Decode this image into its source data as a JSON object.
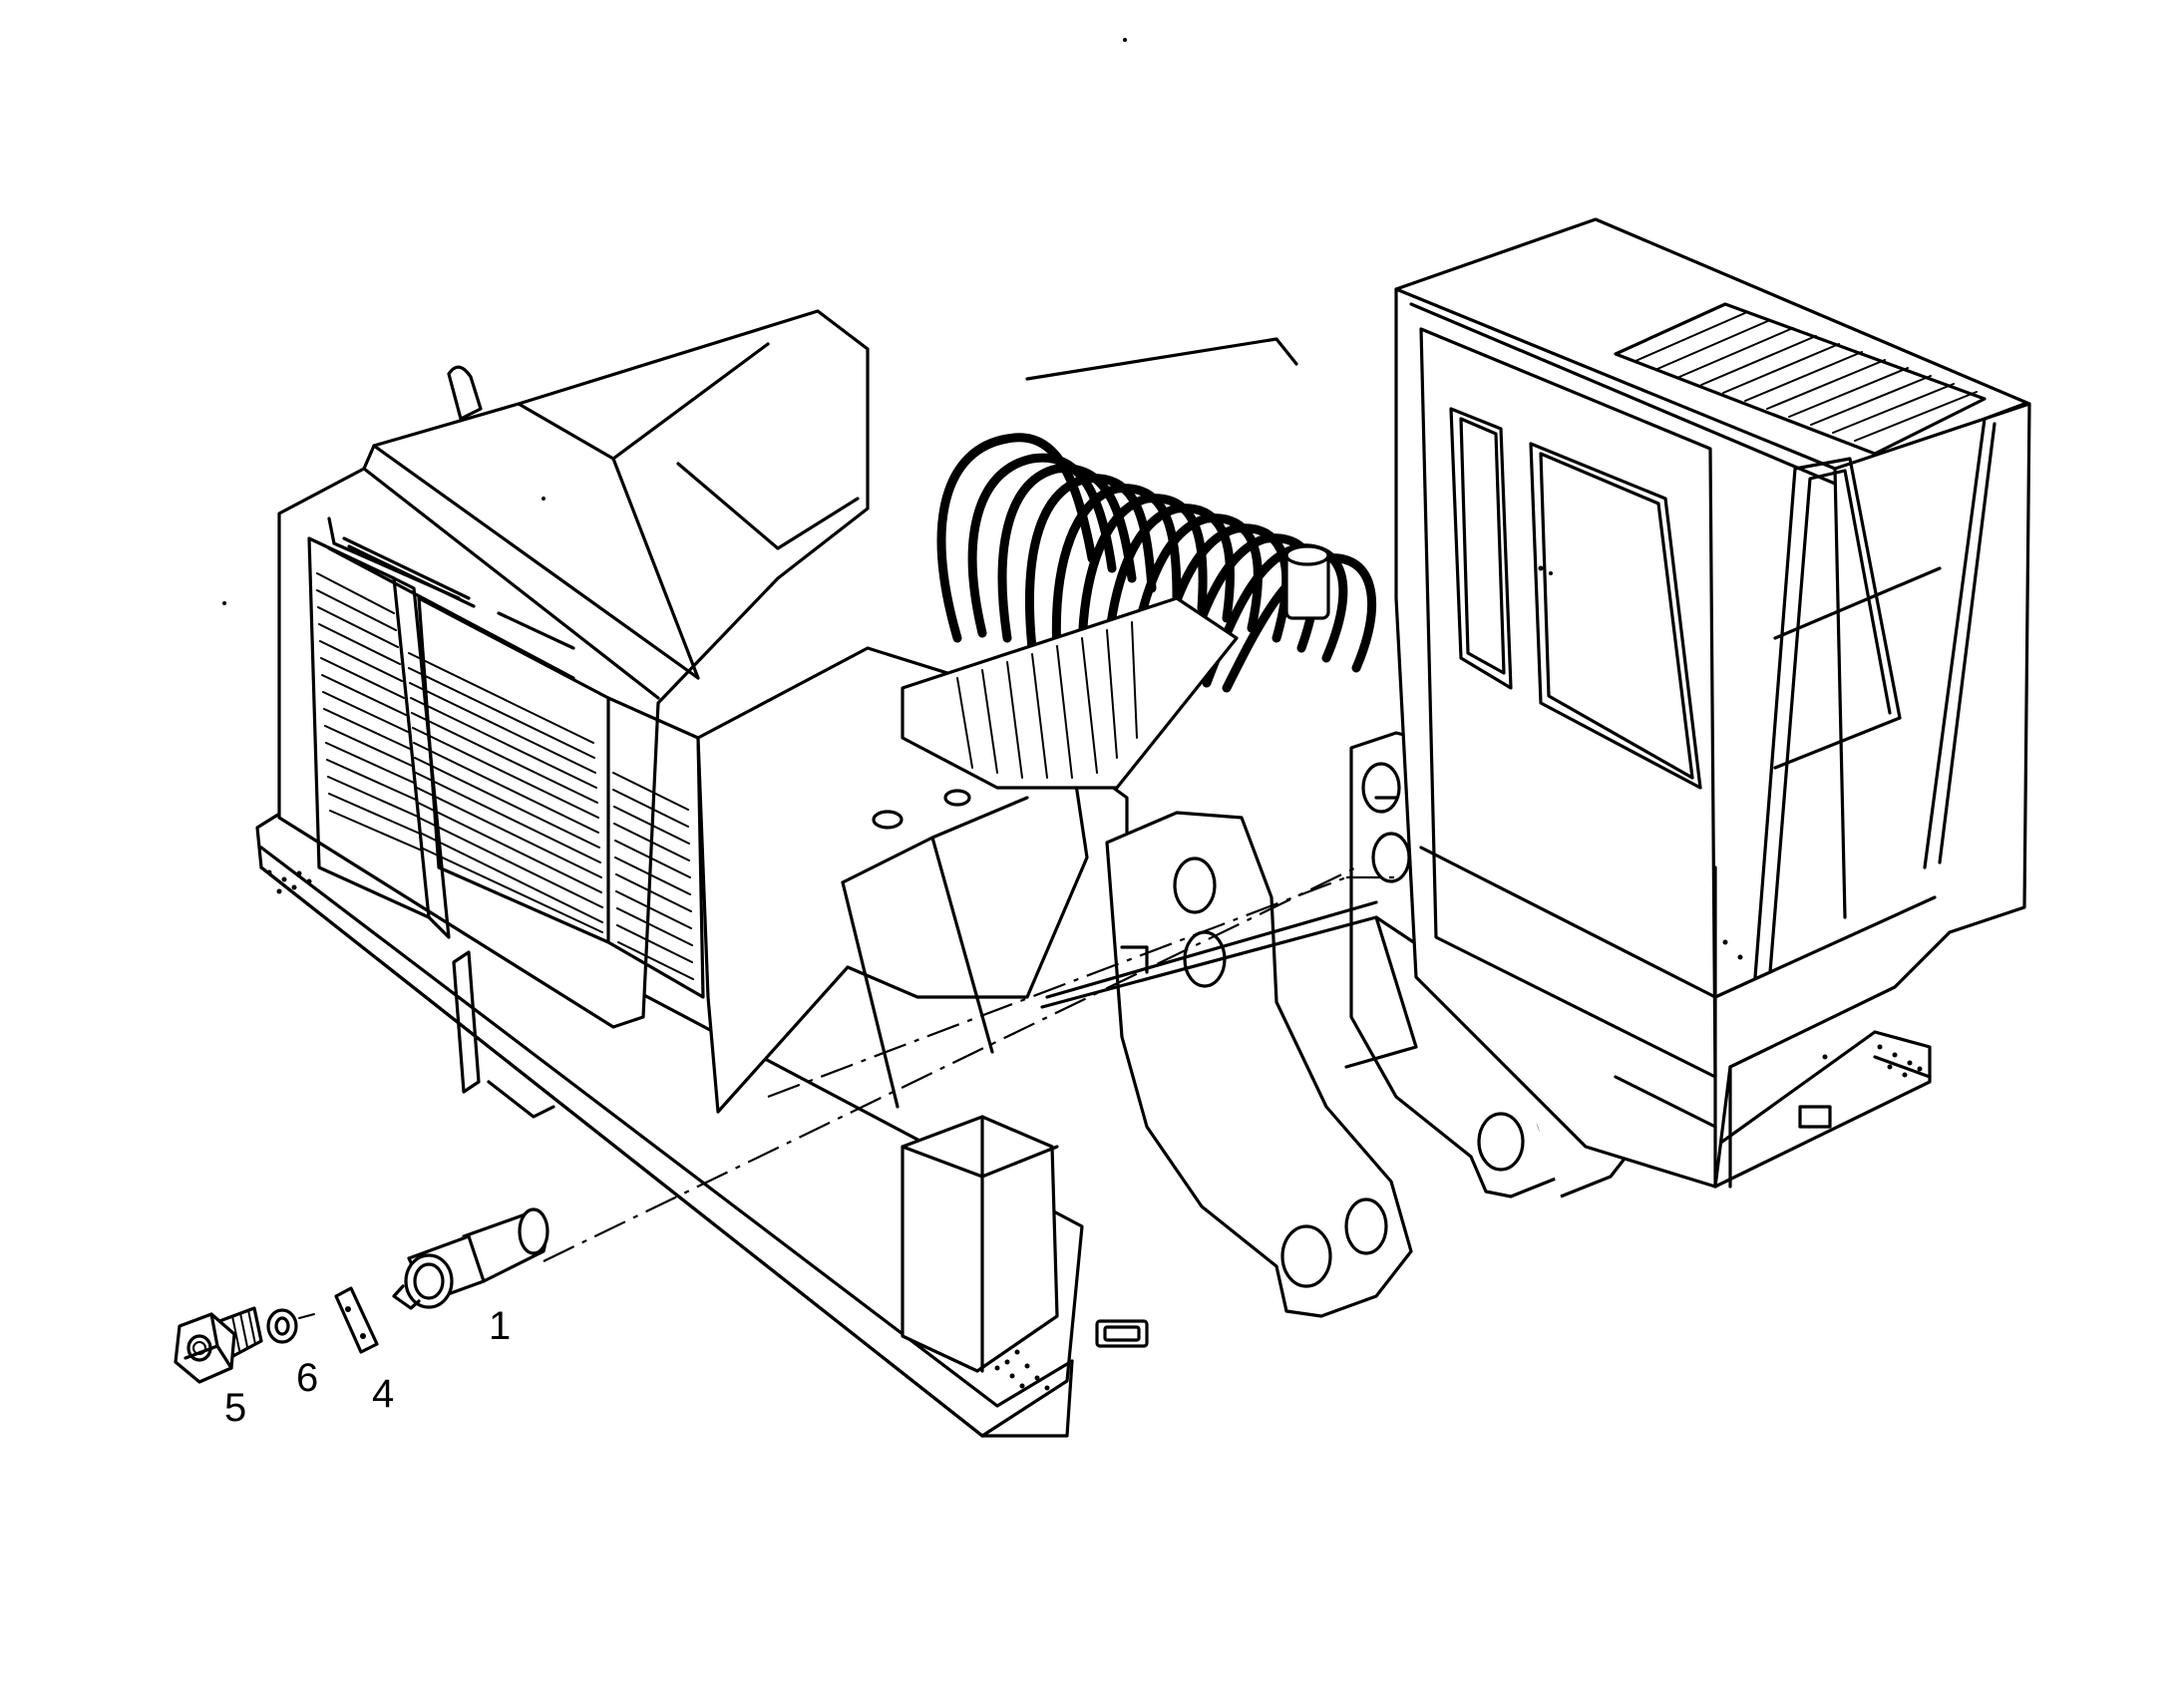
{
  "parts": [
    {
      "id": "part-1",
      "number": "1"
    },
    {
      "id": "part-4",
      "number": "4"
    },
    {
      "id": "part-5",
      "number": "5"
    },
    {
      "id": "part-6",
      "number": "6"
    }
  ],
  "colors": {
    "ink": "#000000",
    "paper": "#ffffff"
  }
}
